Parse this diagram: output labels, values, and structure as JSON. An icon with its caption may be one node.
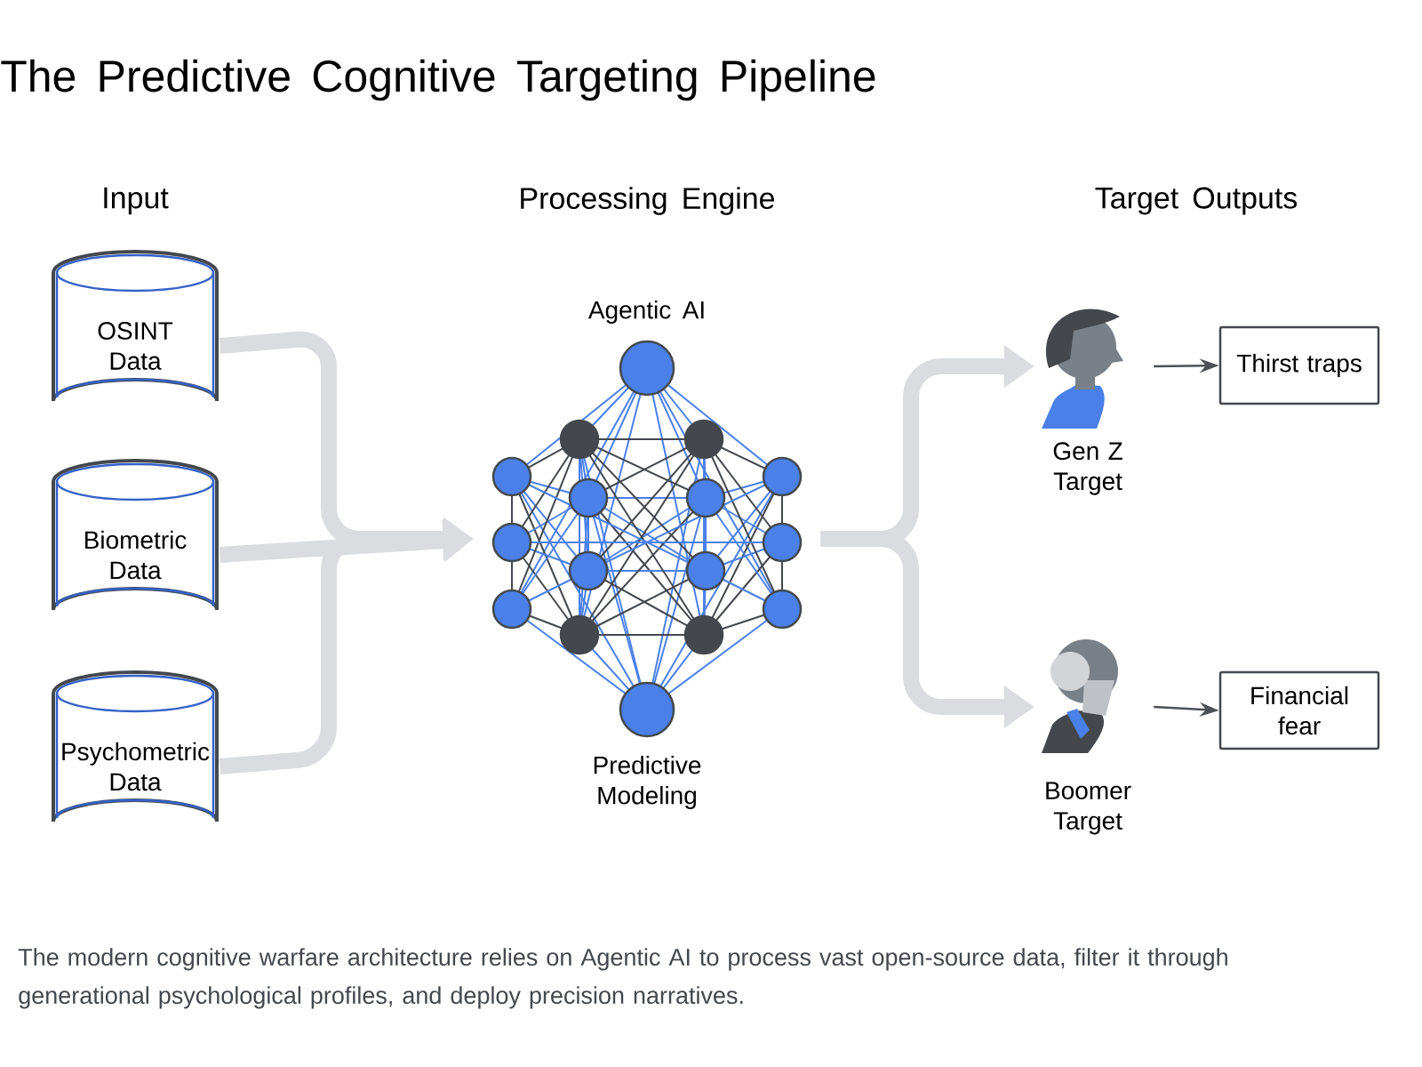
{
  "diagram": {
    "title": "The Predictive Cognitive Targeting Pipeline",
    "caption": "The modern cognitive warfare architecture relies on Agentic AI to process vast open-source data, filter it through generational psychological profiles, and deploy precision narratives.",
    "nodes": [
      {
        "text": [
          "OSINT Data"
        ]
      },
      {
        "text": [
          "Biometric Data"
        ]
      },
      {
        "text": [
          "Psychometric Data"
        ]
      },
      {
        "text": [
          "Agentic AI",
          "Predictive Modeling"
        ]
      },
      {
        "text": [
          "Gen Z Target"
        ]
      },
      {
        "text": [
          "Thirst traps"
        ]
      },
      {
        "text": [
          "Boomer Target"
        ]
      },
      {
        "text": [
          "Financial fear"
        ]
      }
    ],
    "edges": [
      {
        "from": 0,
        "to": 3,
        "arrow": "to"
      },
      {
        "from": 1,
        "to": 3,
        "arrow": "to"
      },
      {
        "from": 2,
        "to": 3,
        "arrow": "to"
      },
      {
        "from": 3,
        "to": 4,
        "arrow": "to"
      },
      {
        "from": 3,
        "to": 6,
        "arrow": "to"
      },
      {
        "from": 4,
        "to": 5,
        "arrow": "to",
        "color": "#4d5156"
      },
      {
        "from": 6,
        "to": 7,
        "arrow": "to",
        "color": "#4d5156"
      }
    ],
    "labels": [
      "Input",
      "Processing Engine",
      "Target Outputs"
    ]
  }
}
